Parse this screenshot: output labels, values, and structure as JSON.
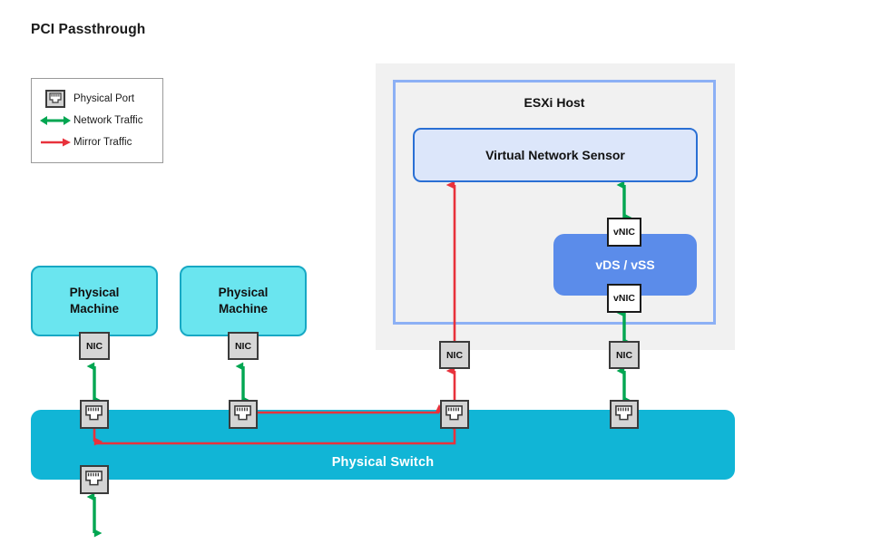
{
  "title": "PCI Passthrough",
  "colors": {
    "physical_machine_fill": "#6ae5ef",
    "physical_machine_stroke": "#17a8c4",
    "switch_fill": "#11b5d6",
    "vds_fill": "#5b8cea",
    "sensor_fill": "#dce6fa",
    "sensor_stroke": "#2a6fd4",
    "esxi_outer_fill": "#f1f1f1",
    "esxi_inner_stroke": "#8cb0f5",
    "nic_fill": "#d6d6d6",
    "nic_stroke": "#3b3b3b",
    "network_traffic": "#00a651",
    "mirror_traffic": "#e8323c",
    "port_fill": "#d4d4d4",
    "port_stroke": "#3b3b3b"
  },
  "legend": {
    "items": [
      {
        "key": "physical-port-icon",
        "label": "Physical Port",
        "type": "icon"
      },
      {
        "key": "network-traffic-arrow",
        "label": "Network Traffic",
        "type": "double-arrow",
        "color": "#00a651"
      },
      {
        "key": "mirror-traffic-arrow",
        "label": "Mirror Traffic",
        "type": "single-arrow",
        "color": "#e8323c"
      }
    ]
  },
  "esxi": {
    "title": "ESXi Host",
    "sensor_label": "Virtual Network Sensor",
    "vswitch_label": "vDS / vSS",
    "vnic_top_label": "vNIC",
    "vnic_bottom_label": "vNIC"
  },
  "machines": [
    {
      "name": "physical-machine-1",
      "line1": "Physical",
      "line2": "Machine",
      "nic_label": "NIC"
    },
    {
      "name": "physical-machine-2",
      "line1": "Physical",
      "line2": "Machine",
      "nic_label": "NIC"
    }
  ],
  "host_nics": {
    "mirror_nic_label": "NIC",
    "network_nic_label": "NIC"
  },
  "switch": {
    "label": "Physical Switch",
    "ports": [
      {
        "name": "switch-port-1"
      },
      {
        "name": "switch-port-2"
      },
      {
        "name": "switch-port-mirror-dest"
      },
      {
        "name": "switch-port-uplink"
      },
      {
        "name": "switch-port-bottom"
      }
    ]
  }
}
